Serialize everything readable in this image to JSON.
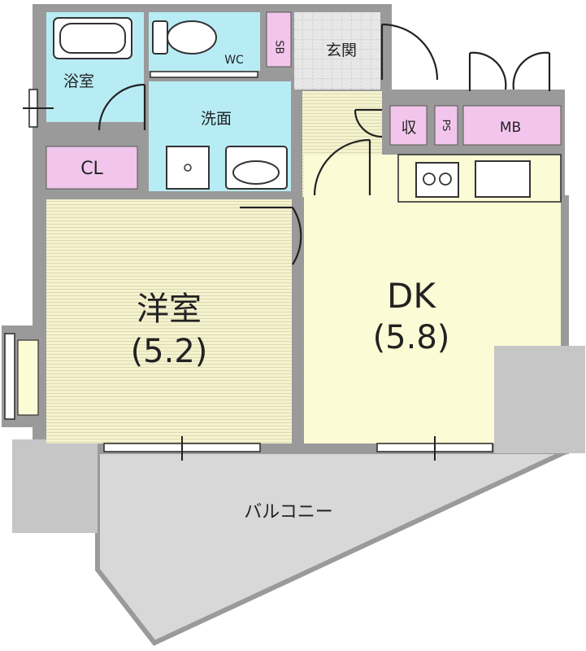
{
  "floorplan": {
    "rooms": {
      "bathroom": {
        "label": "浴室"
      },
      "toilet": {
        "label": "WC"
      },
      "shoe_box": {
        "label": "SB"
      },
      "entrance": {
        "label": "玄関"
      },
      "washroom": {
        "label": "洗面"
      },
      "storage": {
        "label": "収"
      },
      "pipe_space": {
        "label": "PS"
      },
      "meter_box": {
        "label": "MB"
      },
      "closet": {
        "label": "CL"
      },
      "western_room": {
        "label": "洋室",
        "size": "(5.2)"
      },
      "dk": {
        "label": "DK",
        "size": "(5.8)"
      },
      "balcony": {
        "label": "バルコニー"
      }
    },
    "colors": {
      "wet_area": "#b8ecf5",
      "storage": "#f2c6ec",
      "floor": "#fbfbd5",
      "wood": "#f5f2cf",
      "wall": "#9a9a9a",
      "balcony": "#d8d8d8"
    }
  }
}
